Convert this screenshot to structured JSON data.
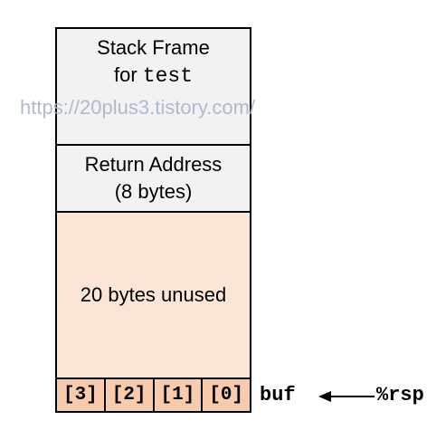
{
  "stack": {
    "frame": {
      "line1": "Stack Frame",
      "line2_prefix": "for ",
      "line2_code": "test"
    },
    "return_address": {
      "line1": "Return Address",
      "line2": "(8 bytes)"
    },
    "unused": {
      "label": "20 bytes unused"
    },
    "buf_cells": [
      "[3]",
      "[2]",
      "[1]",
      "[0]"
    ]
  },
  "labels": {
    "buf": "buf",
    "rsp": "%rsp"
  },
  "watermark": {
    "text": "https://20plus3.tistory.com/"
  }
}
